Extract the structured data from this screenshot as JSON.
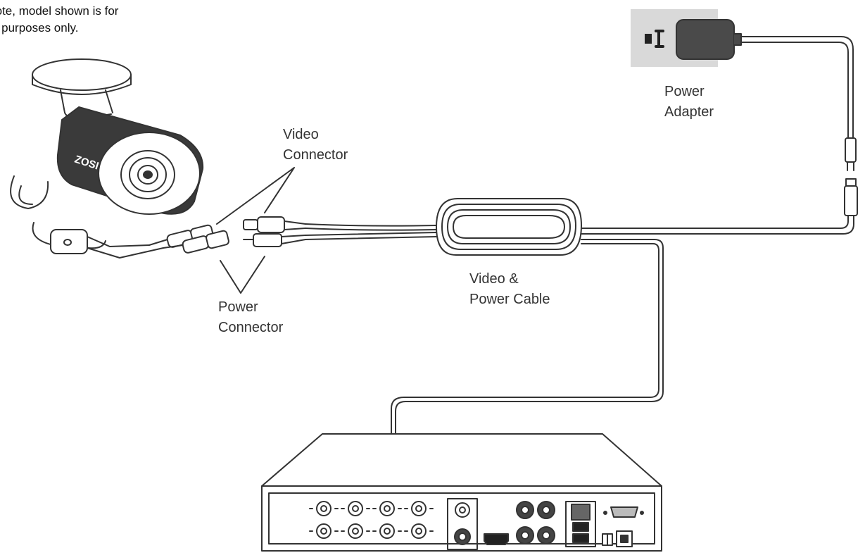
{
  "note": {
    "line1": "e note, model shown is for",
    "line2": "tion purposes only."
  },
  "labels": {
    "power_adapter": "Power\nAdapter",
    "video_connector": "Video\nConnector",
    "cable": "Video &\nPower Cable",
    "power_connector": "Power\nConnector"
  },
  "camera": {
    "brand": "ZOSI"
  },
  "colors": {
    "stroke": "#333333",
    "fill_dark": "#4a4a4a",
    "wall": "#d9d9d9"
  }
}
